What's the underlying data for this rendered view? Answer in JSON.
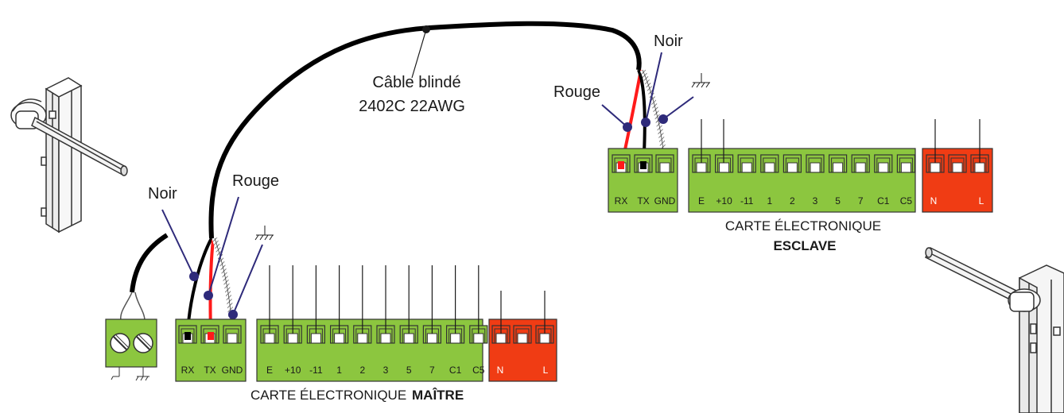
{
  "colors": {
    "terminal_green": "#8cc63f",
    "terminal_red": "#f03c14",
    "wire_black": "#000000",
    "wire_red": "#ff1a1a",
    "pointer": "#2e2a7a"
  },
  "cable_label_line1": "Câble blindé",
  "cable_label_line2": "2402C 22AWG",
  "master": {
    "wire_black_label": "Noir",
    "wire_red_label": "Rouge",
    "bus_terminals": [
      "RX",
      "TX",
      "GND"
    ],
    "main_terminals": [
      "E",
      "+10",
      "-11",
      "1",
      "2",
      "3",
      "5",
      "7",
      "C1",
      "C5"
    ],
    "power_terminals": [
      "N",
      "L"
    ],
    "title_prefix": "CARTE ÉLECTRONIQUE",
    "title_bold": "MAÎTRE"
  },
  "slave": {
    "wire_black_label": "Noir",
    "wire_red_label": "Rouge",
    "bus_terminals": [
      "RX",
      "TX",
      "GND"
    ],
    "main_terminals": [
      "E",
      "+10",
      "-11",
      "1",
      "2",
      "3",
      "5",
      "7",
      "C1",
      "C5"
    ],
    "power_terminals": [
      "N",
      "L"
    ],
    "title_line1": "CARTE ÉLECTRONIQUE",
    "title_line2": "ESCLAVE"
  },
  "icons": [
    "barrier-icon-left",
    "barrier-icon-right",
    "ground-symbol-icon",
    "screw-terminal-icon"
  ]
}
